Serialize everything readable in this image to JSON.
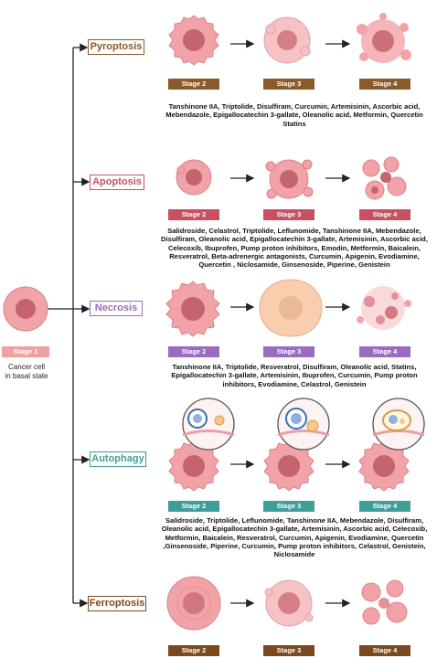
{
  "origin": {
    "stage_label": "Stage 1",
    "caption_line1": "Cancer cell",
    "caption_line2": "in basal state"
  },
  "colors": {
    "pyroptosis": "#8b5a2b",
    "apoptosis": "#c9505f",
    "necrosis": "#9b6bc0",
    "autophagy": "#3f9e98",
    "ferroptosis": "#7a4a1e",
    "cell_fill": "#f2a3a8",
    "cell_nucleus": "#c4646f"
  },
  "pathways": [
    {
      "name": "Pyroptosis",
      "stages": [
        "Stage 2",
        "Stage 3",
        "Stage 4"
      ],
      "drugs": "Tanshinone IIA, Triptolide, Disulfiram, Curcumin, Artemisinin, Ascorbic acid, Mebendazole, Epigallocatechin 3-gallate, Oleanolic acid, Metformin, Quercetin Statins"
    },
    {
      "name": "Apoptosis",
      "stages": [
        "Stage 2",
        "Stage 3",
        "Stage 4"
      ],
      "drugs": "Salidroside, Celastrol, Triptolide, Leflunomide, Tanshinone IIA, Mebendazole, Disulfiram, Oleanolic acid, Epigallocatechin 3-gallate, Artemisinin, Ascorbic acid, Celecoxib, Ibuprofen, Pump proton inhibitors, Emodin, Metformin, Baicalein, Resveratrol, Beta-adrenergic antagonists, Curcumin, Apigenin, Evodiamine, Quercetin , Niclosamide, Ginsenoside, Piperine, Genistein"
    },
    {
      "name": "Necrosis",
      "stages": [
        "Stage 2",
        "Stage 3",
        "Stage 4"
      ],
      "drugs": "Tanshinone IIA, Triptolide, Resveratrol, Disulfiram, Oleanolic acid, Statins, Epigallocatechin 3-gallate, Artemisinin, Ibuprofen, Curcumin, Pump proton inhibitors, Evodiamine, Celastrol, Genistein"
    },
    {
      "name": "Autophagy",
      "stages": [
        "Stage 2",
        "Stage 3",
        "Stage 4"
      ],
      "drugs": "Salidroside, Triptolide, Leflunomide, Tanshinone IIA, Mebendazole, Disulfiram, Oleanolic acid, Epigallocatechin 3-gallate, Artemisinin, Ascorbic acid, Celecoxib, Metformin, Baicalein, Resveratrol, Curcumin, Apigenin, Evodiamine, Quercetin ,Ginsenoside, Piperine, Curcumin, Pump proton inhibitors, Celastrol, Genistein, Niclosamide"
    },
    {
      "name": "Ferroptosis",
      "stages": [
        "Stage 2",
        "Stage 3",
        "Stage 4"
      ],
      "drugs": ""
    }
  ]
}
